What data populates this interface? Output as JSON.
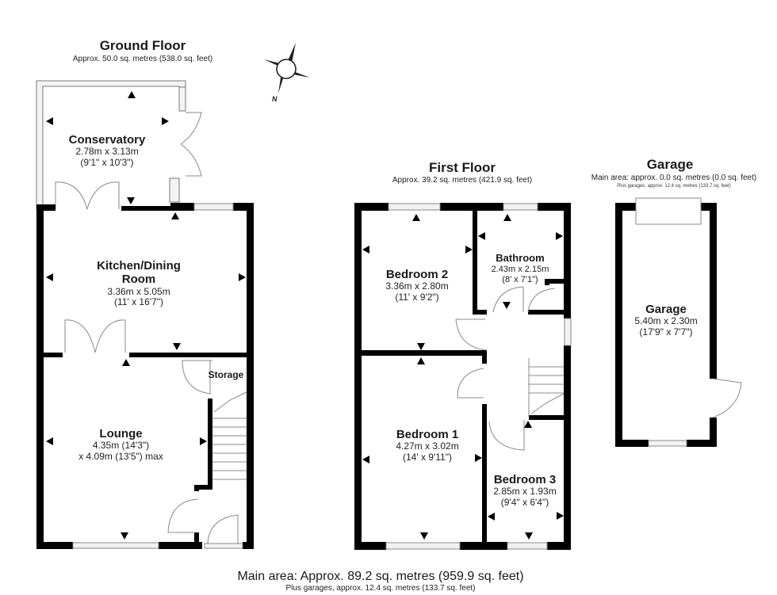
{
  "ground_floor": {
    "title": "Ground Floor",
    "area": "Approx. 50.0 sq. metres (538.0 sq. feet)",
    "rooms": {
      "conservatory": {
        "name": "Conservatory",
        "dim_m": "2.78m x 3.13m",
        "dim_ft": "(9'1\" x 10'3\")"
      },
      "kitchen": {
        "name_line1": "Kitchen/Dining",
        "name_line2": "Room",
        "dim_m": "3.36m x 5.05m",
        "dim_ft": "(11' x 16'7\")"
      },
      "storage": {
        "name": "Storage"
      },
      "lounge": {
        "name": "Lounge",
        "dim_line1": "4.35m (14'3\")",
        "dim_line2": "x 4.09m (13'5\") max"
      }
    }
  },
  "compass": {
    "label": "N",
    "icon": "compass-rose-icon"
  },
  "first_floor": {
    "title": "First Floor",
    "area": "Approx. 39.2 sq. metres (421.9 sq. feet)",
    "rooms": {
      "bedroom2": {
        "name": "Bedroom 2",
        "dim_m": "3.36m x 2.80m",
        "dim_ft": "(11' x 9'2\")"
      },
      "bathroom": {
        "name": "Bathroom",
        "dim_m": "2.43m x 2.15m",
        "dim_ft": "(8' x 7'1\")"
      },
      "bedroom1": {
        "name": "Bedroom 1",
        "dim_m": "4.27m x 3.02m",
        "dim_ft": "(14' x 9'11\")"
      },
      "bedroom3": {
        "name": "Bedroom 3",
        "dim_m": "2.85m x 1.93m",
        "dim_ft": "(9'4\" x 6'4\")"
      }
    }
  },
  "garage_section": {
    "title": "Garage",
    "area": "Main area: approx. 0.0 sq. metres (0.0 sq. feet)",
    "area_plus": "Plus garages, approx. 12.4 sq. metres (133.7 sq. feet)",
    "rooms": {
      "garage": {
        "name": "Garage",
        "dim_m": "5.40m x 2.30m",
        "dim_ft": "(17'9\" x 7'7\")"
      }
    }
  },
  "footer": {
    "main_area": "Main area: Approx. 89.2 sq. metres (959.9 sq. feet)",
    "plus_garages": "Plus garages, approx. 12.4 sq. metres (133.7 sq. feet)"
  },
  "colors": {
    "wall": "#000000",
    "window": "#f2f2f2",
    "line": "#777777",
    "background": "#ffffff"
  }
}
